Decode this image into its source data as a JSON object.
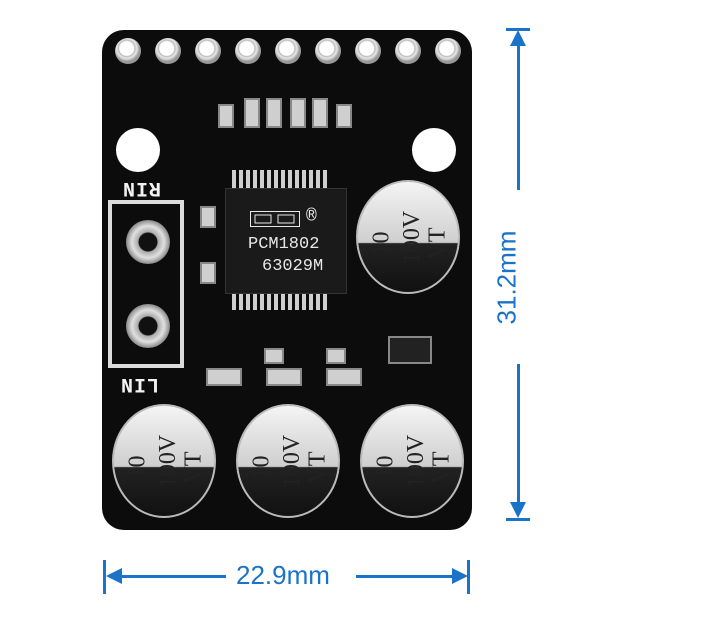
{
  "labels": {
    "rin": "RIN",
    "lin": "LIN"
  },
  "chip": {
    "line1": "PCM1802",
    "line2": "63029M",
    "mark": "®"
  },
  "capacitor": {
    "value": "10",
    "voltage": "100V",
    "series": "VT"
  },
  "dimensions": {
    "width": "22.9mm",
    "height": "31.2mm"
  },
  "colors": {
    "board": "#0c0c0c",
    "dimension": "#1a73c9"
  }
}
